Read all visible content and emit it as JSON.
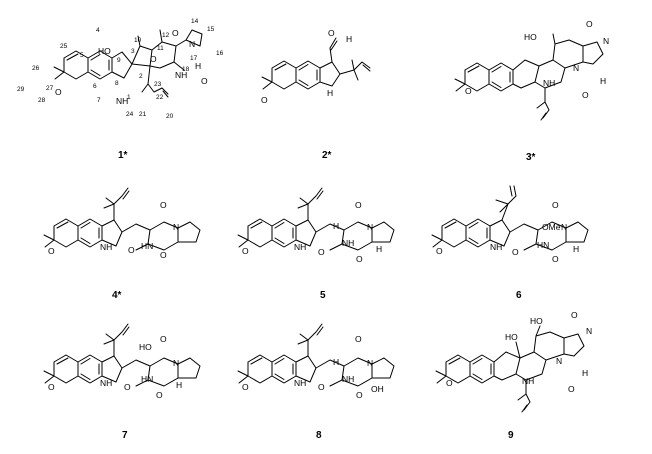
{
  "compounds": [
    {
      "label": "1*"
    },
    {
      "label": "2*"
    },
    {
      "label": "3*"
    },
    {
      "label": "4*"
    },
    {
      "label": "5"
    },
    {
      "label": "6"
    },
    {
      "label": "7"
    },
    {
      "label": "8"
    },
    {
      "label": "9"
    }
  ],
  "atoms": {
    "o": "O",
    "h": "H",
    "ho": "HO",
    "oh": "OH",
    "nh": "NH",
    "hn": "HN",
    "n": "N",
    "ome": "OMe"
  },
  "c1_numbers": [
    "1",
    "2",
    "3",
    "4",
    "5",
    "6",
    "7",
    "8",
    "9",
    "10",
    "11",
    "12",
    "14",
    "15",
    "16",
    "17",
    "18",
    "20",
    "21",
    "22",
    "23",
    "24",
    "25",
    "26",
    "27",
    "28",
    "29"
  ]
}
